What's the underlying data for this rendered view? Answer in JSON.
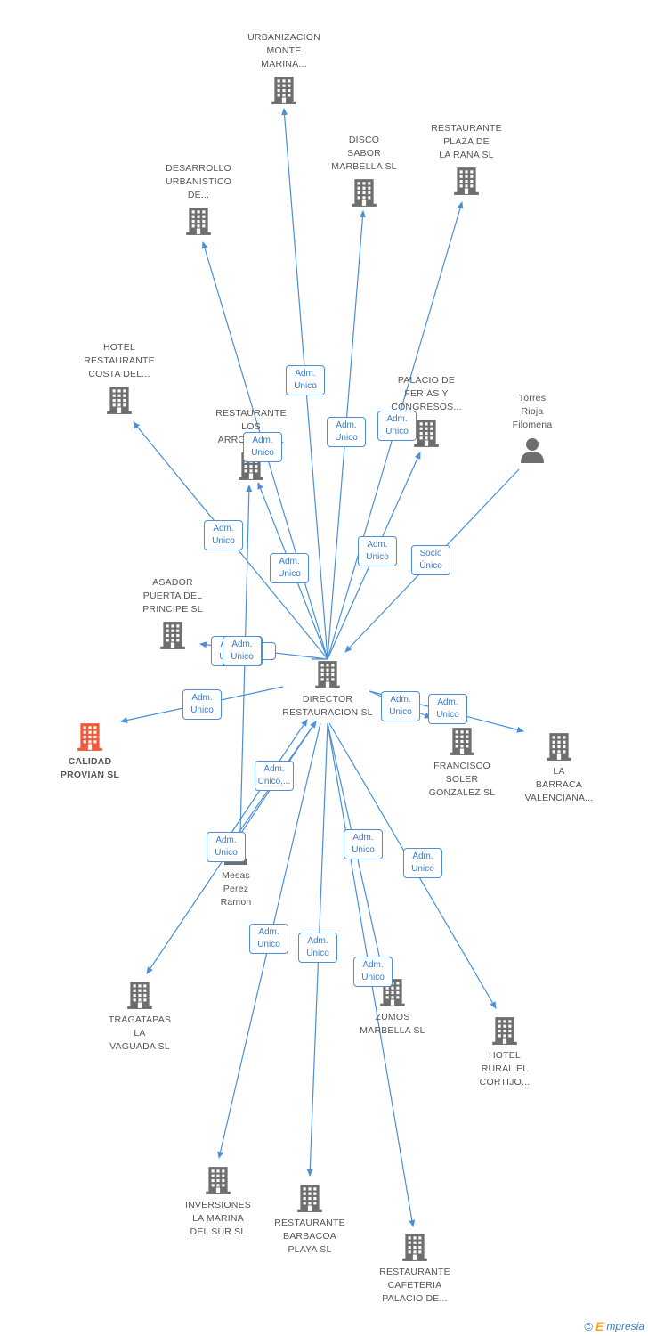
{
  "colors": {
    "edge": "#4a8fd8",
    "building": "#6e6e6e",
    "person": "#6e6e6e",
    "focus": "#f05a3a",
    "badge_text": "#3a7ccc"
  },
  "nodes": [
    {
      "id": "director",
      "label": "DIRECTOR\nRESTAURACION SL",
      "icon": "building-icon",
      "role": "center"
    },
    {
      "id": "calidad",
      "label": "CALIDAD\nPROVIAN SL",
      "icon": "building-icon",
      "role": "focus"
    },
    {
      "id": "urbanizacion",
      "label": "URBANIZACION\nMONTE\nMARINA...",
      "icon": "building-icon"
    },
    {
      "id": "disco",
      "label": "DISCO\nSABOR\nMARBELLA SL",
      "icon": "building-icon"
    },
    {
      "id": "rana",
      "label": "RESTAURANTE\nPLAZA DE\nLA RANA SL",
      "icon": "building-icon"
    },
    {
      "id": "desarrollo",
      "label": "DESARROLLO\nURBANISTICO\nDE...",
      "icon": "building-icon"
    },
    {
      "id": "hotelcosta",
      "label": "HOTEL\nRESTAURANTE\nCOSTA DEL...",
      "icon": "building-icon"
    },
    {
      "id": "palacio",
      "label": "PALACIO DE\nFERIAS Y\nCONGRESOS...",
      "icon": "building-icon"
    },
    {
      "id": "torres",
      "label": "Torres\nRioja\nFilomena",
      "icon": "person-icon"
    },
    {
      "id": "arrozales",
      "label": "RESTAURANTE\nLOS\nARROZALES...",
      "icon": "building-icon"
    },
    {
      "id": "asador",
      "label": "ASADOR\nPUERTA DEL\nPRINCIPE SL",
      "icon": "building-icon"
    },
    {
      "id": "francisco",
      "label": "FRANCISCO\nSOLER\nGONZALEZ  SL",
      "icon": "building-icon"
    },
    {
      "id": "barraca",
      "label": "LA\nBARRACA\nVALENCIANA...",
      "icon": "building-icon"
    },
    {
      "id": "mesas",
      "label": "Mesas\nPerez\nRamon",
      "icon": "person-icon"
    },
    {
      "id": "tragatapas",
      "label": "TRAGATAPAS\nLA\nVAGUADA  SL",
      "icon": "building-icon"
    },
    {
      "id": "zumos",
      "label": "ZUMOS\nMARBELLA SL",
      "icon": "building-icon"
    },
    {
      "id": "hotelrural",
      "label": "HOTEL\nRURAL EL\nCORTIJO...",
      "icon": "building-icon"
    },
    {
      "id": "inversiones",
      "label": "INVERSIONES\nLA MARINA\nDEL SUR SL",
      "icon": "building-icon"
    },
    {
      "id": "barbacoa",
      "label": "RESTAURANTE\nBARBACOA\nPLAYA SL",
      "icon": "building-icon"
    },
    {
      "id": "cafeteria",
      "label": "RESTAURANTE\nCAFETERIA\nPALACIO DE...",
      "icon": "building-icon"
    }
  ],
  "badges": [
    {
      "line1": "Adm.",
      "line2": "Unico"
    },
    {
      "line1": "Adm.",
      "line2": "Unico"
    },
    {
      "line1": "Adm.",
      "line2": "Unico"
    },
    {
      "line1": "Adm.",
      "line2": "Unico"
    },
    {
      "line1": "Adm.",
      "line2": "Unico"
    },
    {
      "line1": "Adm.",
      "line2": "Unico"
    },
    {
      "line1": "Adm.",
      "line2": "Unico"
    },
    {
      "line1": "Socio",
      "line2": "Único"
    },
    {
      "line1": "Adm.",
      "line2": "Unico"
    },
    {
      "line1": "Adm.",
      "line2": "Unico"
    },
    {
      "line1": "Adm.",
      "line2": "Unico"
    },
    {
      "line1": "Adm.",
      "line2": "Unico"
    },
    {
      "line1": "Adm.",
      "line2": "Unico"
    },
    {
      "line1": "Adm.",
      "line2": "Unico,..."
    },
    {
      "line1": "Adm.",
      "line2": "Unico"
    },
    {
      "line1": "Adm.",
      "line2": "Unico"
    },
    {
      "line1": "Adm.",
      "line2": "Unico"
    },
    {
      "line1": "Adm.",
      "line2": "Unico"
    },
    {
      "line1": "Adm.",
      "line2": "Unico"
    },
    {
      "line1": "Adm.",
      "line2": "Unico"
    },
    {
      "line1": "Adm.",
      "line2": "Unico"
    }
  ],
  "partial_badge_text": "R",
  "watermark": {
    "copyright": "©",
    "brand_initial": "E",
    "brand_rest": "mpresia"
  }
}
